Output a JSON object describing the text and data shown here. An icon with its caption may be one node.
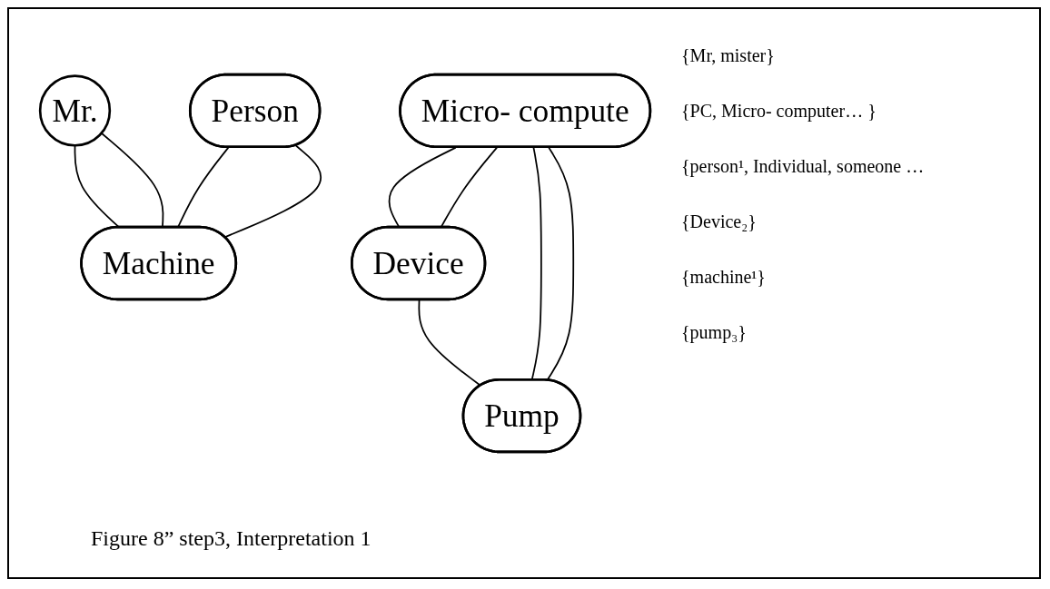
{
  "diagram": {
    "caption": "Figure 8” step3, Interpretation 1",
    "nodes": [
      {
        "text": [
          "Mr."
        ]
      },
      {
        "text": [
          "Person"
        ]
      },
      {
        "text": [
          "Machine"
        ]
      },
      {
        "text": [
          "Micro- compute"
        ]
      },
      {
        "text": [
          "Device"
        ]
      },
      {
        "text": [
          "Pump"
        ]
      }
    ],
    "edges": [
      {
        "from": 0,
        "to": 2,
        "arrow": "none"
      },
      {
        "from": 0,
        "to": 2,
        "arrow": "none"
      },
      {
        "from": 1,
        "to": 2,
        "arrow": "none"
      },
      {
        "from": 1,
        "to": 2,
        "arrow": "none"
      },
      {
        "from": 3,
        "to": 4,
        "arrow": "none"
      },
      {
        "from": 3,
        "to": 4,
        "arrow": "none"
      },
      {
        "from": 4,
        "to": 5,
        "arrow": "none"
      },
      {
        "from": 3,
        "to": 5,
        "arrow": "none"
      },
      {
        "from": 3,
        "to": 5,
        "arrow": "none"
      }
    ],
    "labels": [
      "{Mr, mister}",
      "{PC, Micro- computer… }",
      "{person¹, Individual, someone …",
      "{Device₂}",
      "{machine¹}",
      "{pump₃}"
    ]
  }
}
